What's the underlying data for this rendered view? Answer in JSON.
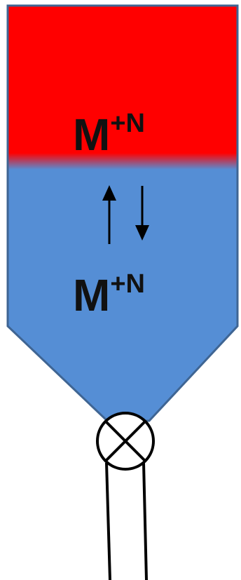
{
  "upper_phase": {
    "label_base": "M",
    "label_charge": "+N",
    "color": "#ff0000"
  },
  "lower_phase": {
    "label_base": "M",
    "label_charge": "+N",
    "color": "#558ed5"
  },
  "vessel_outline_color": "#3f6593",
  "arrows": {
    "up": "up-arrow-icon",
    "down": "down-arrow-icon"
  },
  "valve": {
    "icon": "valve-x-icon"
  }
}
